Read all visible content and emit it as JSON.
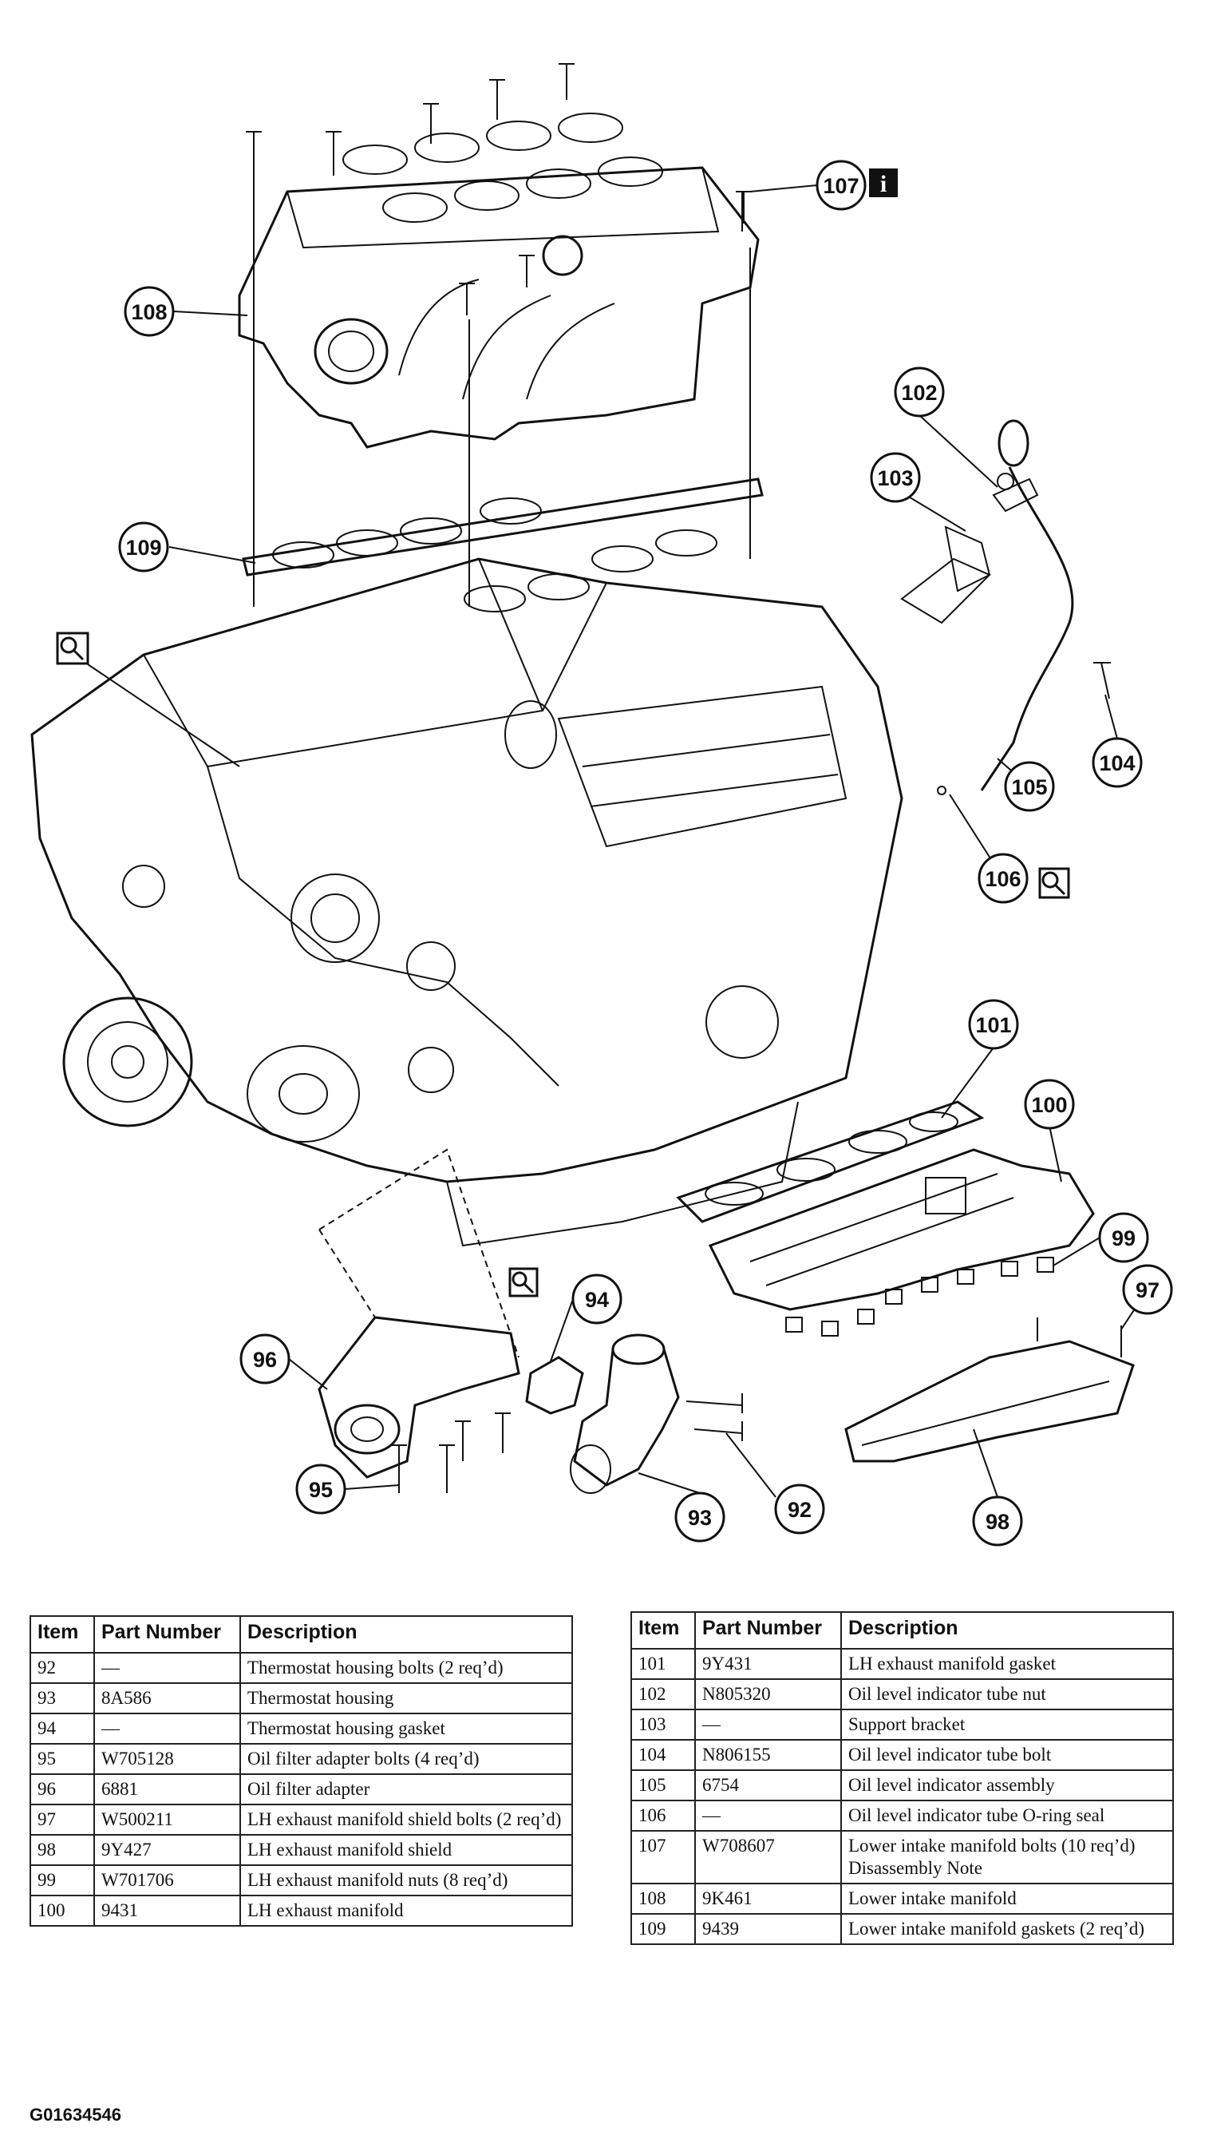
{
  "callouts": [
    "107",
    "108",
    "109",
    "102",
    "103",
    "104",
    "105",
    "106",
    "101",
    "100",
    "99",
    "97",
    "98",
    "96",
    "94",
    "95",
    "93",
    "92"
  ],
  "info_icon_text": "i",
  "table_headers": {
    "item": "Item",
    "part_number": "Part Number",
    "description": "Description"
  },
  "table_left_rows": [
    {
      "item": "92",
      "part": "—",
      "desc": "Thermostat housing bolts (2 req’d)"
    },
    {
      "item": "93",
      "part": "8A586",
      "desc": "Thermostat housing"
    },
    {
      "item": "94",
      "part": "—",
      "desc": "Thermostat housing gasket"
    },
    {
      "item": "95",
      "part": "W705128",
      "desc": "Oil filter adapter bolts (4 req’d)"
    },
    {
      "item": "96",
      "part": "6881",
      "desc": "Oil filter adapter"
    },
    {
      "item": "97",
      "part": "W500211",
      "desc": "LH exhaust manifold shield bolts (2 req’d)"
    },
    {
      "item": "98",
      "part": "9Y427",
      "desc": "LH exhaust manifold shield"
    },
    {
      "item": "99",
      "part": "W701706",
      "desc": "LH exhaust manifold nuts (8 req’d)"
    },
    {
      "item": "100",
      "part": "9431",
      "desc": "LH exhaust manifold"
    }
  ],
  "table_right_rows": [
    {
      "item": "101",
      "part": "9Y431",
      "desc": "LH exhaust manifold gasket"
    },
    {
      "item": "102",
      "part": "N805320",
      "desc": "Oil level indicator tube nut"
    },
    {
      "item": "103",
      "part": "—",
      "desc": "Support bracket"
    },
    {
      "item": "104",
      "part": "N806155",
      "desc": "Oil level indicator tube bolt"
    },
    {
      "item": "105",
      "part": "6754",
      "desc": "Oil level indicator assembly"
    },
    {
      "item": "106",
      "part": "—",
      "desc": "Oil level indicator tube O-ring seal"
    },
    {
      "item": "107",
      "part": "W708607",
      "desc": "Lower intake manifold bolts (10 req’d) Disassembly Note"
    },
    {
      "item": "108",
      "part": "9K461",
      "desc": "Lower intake manifold"
    },
    {
      "item": "109",
      "part": "9439",
      "desc": "Lower intake manifold gaskets (2 req’d)"
    }
  ],
  "figure_code": "G01634546"
}
